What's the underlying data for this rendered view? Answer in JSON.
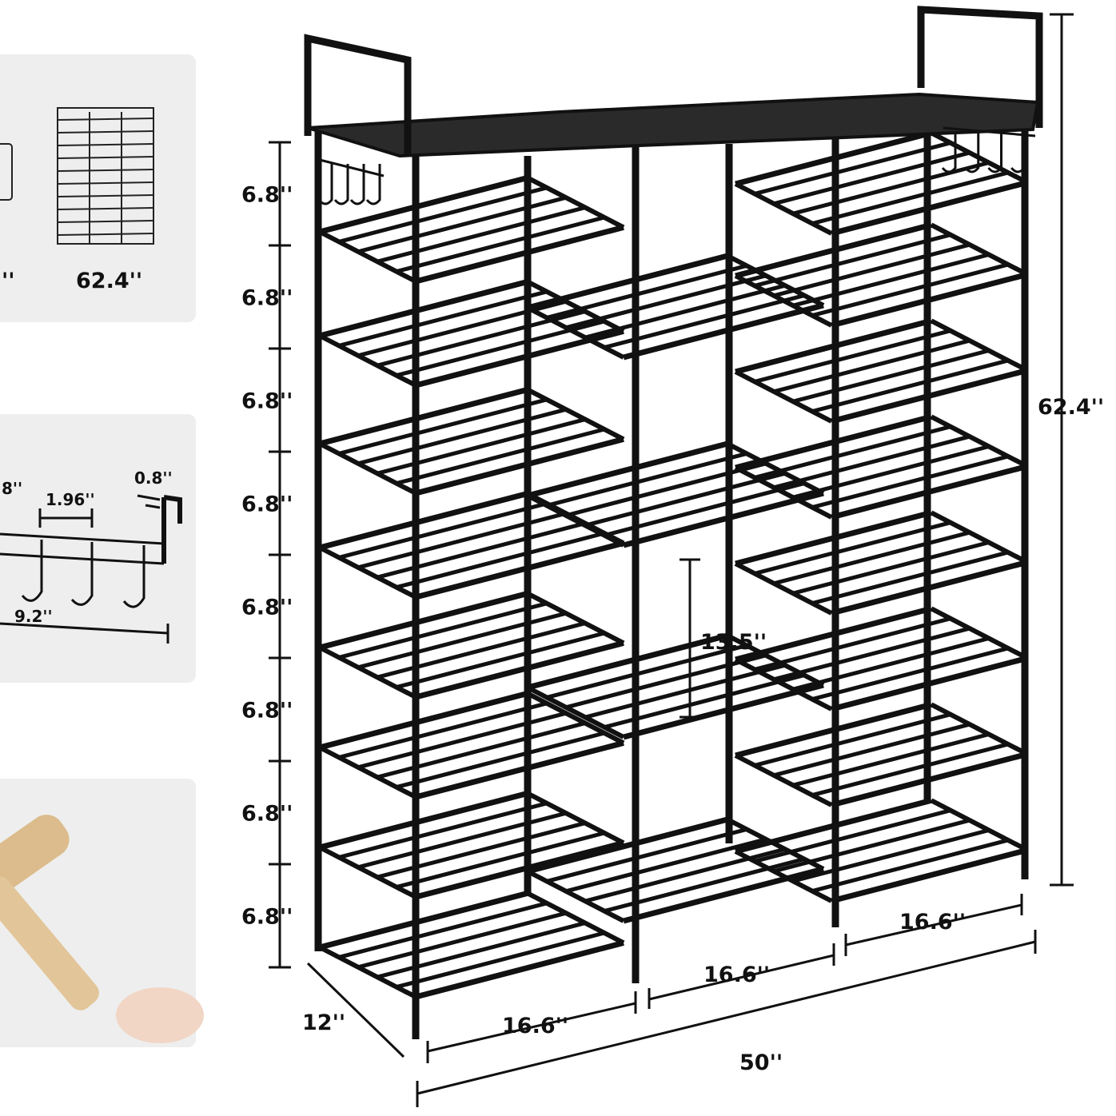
{
  "side_panels": {
    "size_compare": {
      "left_label_partial": "''",
      "right_label": "62.4''"
    },
    "hook": {
      "left_partial": "8''",
      "spacing": "1.96''",
      "thickness": "0.8''",
      "length": "9.2''"
    },
    "tool": {
      "icon": "rubber-mallet"
    }
  },
  "dimensions": {
    "shelf_spacing": [
      "6.8''",
      "6.8''",
      "6.8''",
      "6.8''",
      "6.8''",
      "6.8''",
      "6.8''",
      "6.8''"
    ],
    "total_height": "62.4''",
    "middle_gap": "13.5''",
    "depth": "12''",
    "column_width_left": "16.6''",
    "column_width_middle": "16.6''",
    "column_width_right": "16.6''",
    "total_width": "50''"
  },
  "colors": {
    "rack": "#111111",
    "panel_bg": "#eeeeee",
    "mallet": "#d9b98a"
  }
}
